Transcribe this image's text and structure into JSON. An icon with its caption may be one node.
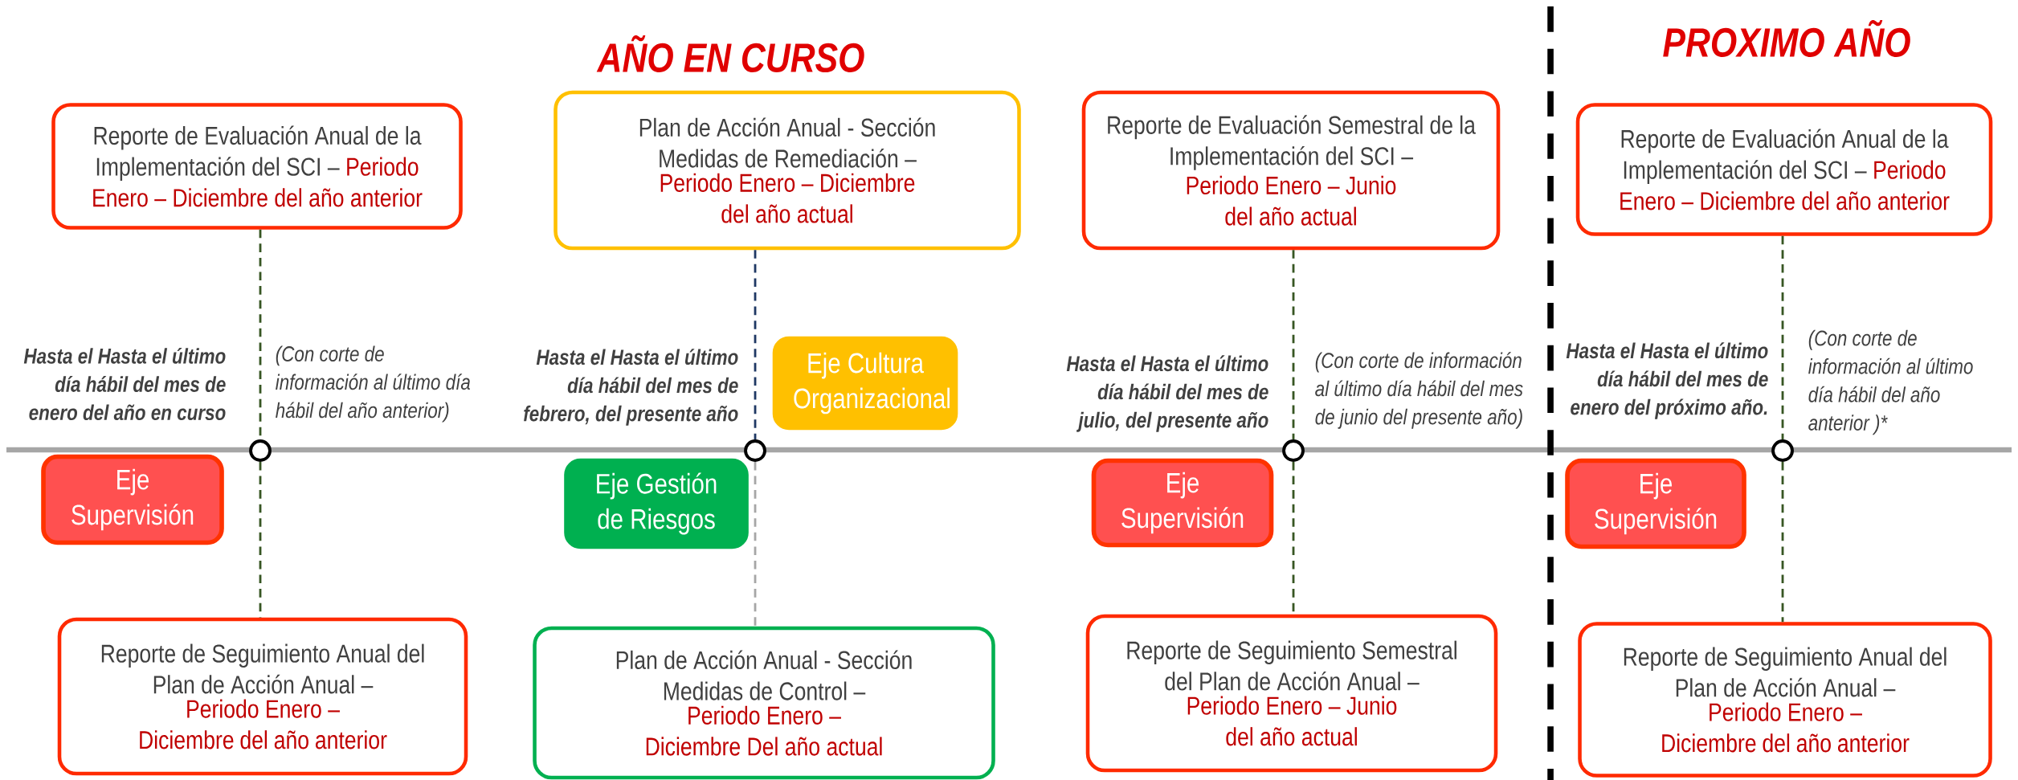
{
  "diagram": {
    "nodes": [
      {
        "text": [
          "Reporte de Evaluación Anual de la Implementación del SCI –",
          "Periodo Enero – Diciembre del año anterior"
        ]
      },
      {
        "text": [
          "Plan de Acción Anual - Sección Medidas de Remediación –",
          "Periodo Enero – Diciembre del año actual"
        ]
      },
      {
        "text": [
          "Reporte de Evaluación Semestral de la Implementación del SCI –",
          "Periodo Enero – Junio del año actual"
        ]
      },
      {
        "text": [
          "Reporte de Evaluación Anual de la Implementación del SCI –",
          "Periodo Enero – Diciembre del año anterior"
        ]
      },
      {
        "text": [],
        "shape": "circle",
        "beside": [
          "Hasta el Hasta el último día hábil del mes de enero del año en curso",
          "(Con corte de información al último día hábil del año anterior)"
        ]
      },
      {
        "text": [],
        "shape": "circle",
        "beside": [
          "Hasta el Hasta el último día hábil del mes de febrero, del presente año"
        ]
      },
      {
        "text": [],
        "shape": "circle",
        "beside": [
          "Hasta el Hasta el último día hábil del mes de julio, del presente año",
          "(Con corte de información al último día hábil del mes de junio del presente año)"
        ]
      },
      {
        "text": [],
        "shape": "circle",
        "beside": [
          "Hasta el Hasta el último día hábil del mes de enero del próximo año.",
          "(Con corte de información al último día hábil del año anterior )*"
        ]
      },
      {
        "text": [
          "Eje Supervisión"
        ]
      },
      {
        "text": [
          "Eje Gestión de Riesgos"
        ]
      },
      {
        "text": [
          "Eje Cultura Organizacional"
        ]
      },
      {
        "text": [
          "Eje Supervisión"
        ]
      },
      {
        "text": [
          "Eje Supervisión"
        ]
      },
      {
        "text": [
          "Reporte de Seguimiento Anual del Plan de Acción Anual –",
          "Periodo Enero – Diciembre del año anterior"
        ]
      },
      {
        "text": [
          "Plan de Acción Anual - Sección Medidas de Control –",
          "Periodo Enero – Diciembre Del año actual"
        ]
      },
      {
        "text": [
          "Reporte de Seguimiento Semestral del Plan de Acción Anual –",
          "Periodo Enero – Junio del año actual"
        ]
      },
      {
        "text": [
          "Reporte de Seguimiento Anual del Plan de Acción Anual –",
          "Periodo Enero – Diciembre del año anterior"
        ]
      }
    ],
    "edges": [
      {
        "from": 0,
        "to": 4,
        "arrow": "none",
        "style": "dashed"
      },
      {
        "from": 4,
        "to": 13,
        "arrow": "none",
        "style": "dashed"
      },
      {
        "from": 1,
        "to": 5,
        "arrow": "none",
        "style": "dashed",
        "color": "#1f3864"
      },
      {
        "from": 5,
        "to": 14,
        "arrow": "none",
        "style": "dashed",
        "color": "#a6a6a6"
      },
      {
        "from": 2,
        "to": 6,
        "arrow": "none",
        "style": "dashed"
      },
      {
        "from": 6,
        "to": 15,
        "arrow": "none",
        "style": "dashed"
      },
      {
        "from": 3,
        "to": 7,
        "arrow": "none",
        "style": "dashed"
      },
      {
        "from": 7,
        "to": 16,
        "arrow": "none",
        "style": "dashed"
      }
    ],
    "labels": [
      "AÑO EN CURSO",
      "PROXIMO AÑO"
    ]
  }
}
